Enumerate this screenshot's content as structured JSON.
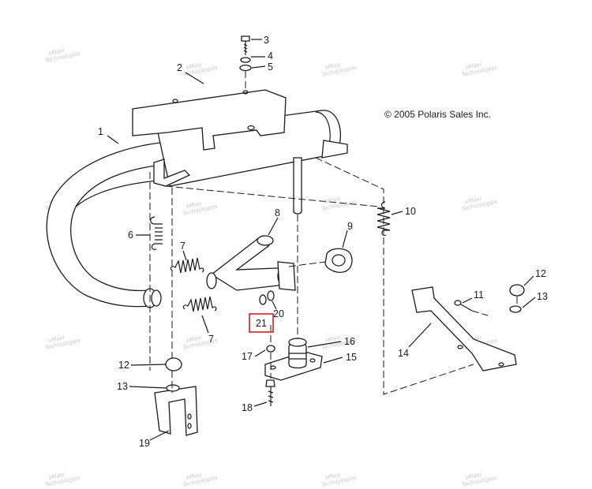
{
  "copyright": "© 2005 Polaris Sales Inc.",
  "callouts": {
    "c1": "1",
    "c2": "2",
    "c3": "3",
    "c4": "4",
    "c5": "5",
    "c6": "6",
    "c7a": "7",
    "c7b": "7",
    "c8": "8",
    "c9": "9",
    "c10": "10",
    "c11": "11",
    "c12a": "12",
    "c12b": "12",
    "c13a": "13",
    "c13b": "13",
    "c14": "14",
    "c15": "15",
    "c16": "16",
    "c17": "17",
    "c18": "18",
    "c19": "19",
    "c20": "20",
    "c21": "21"
  },
  "highlight": {
    "label": "21",
    "color": "#d21f26"
  },
  "watermark": {
    "line1": "vMaxi",
    "line2": "Technologies"
  }
}
